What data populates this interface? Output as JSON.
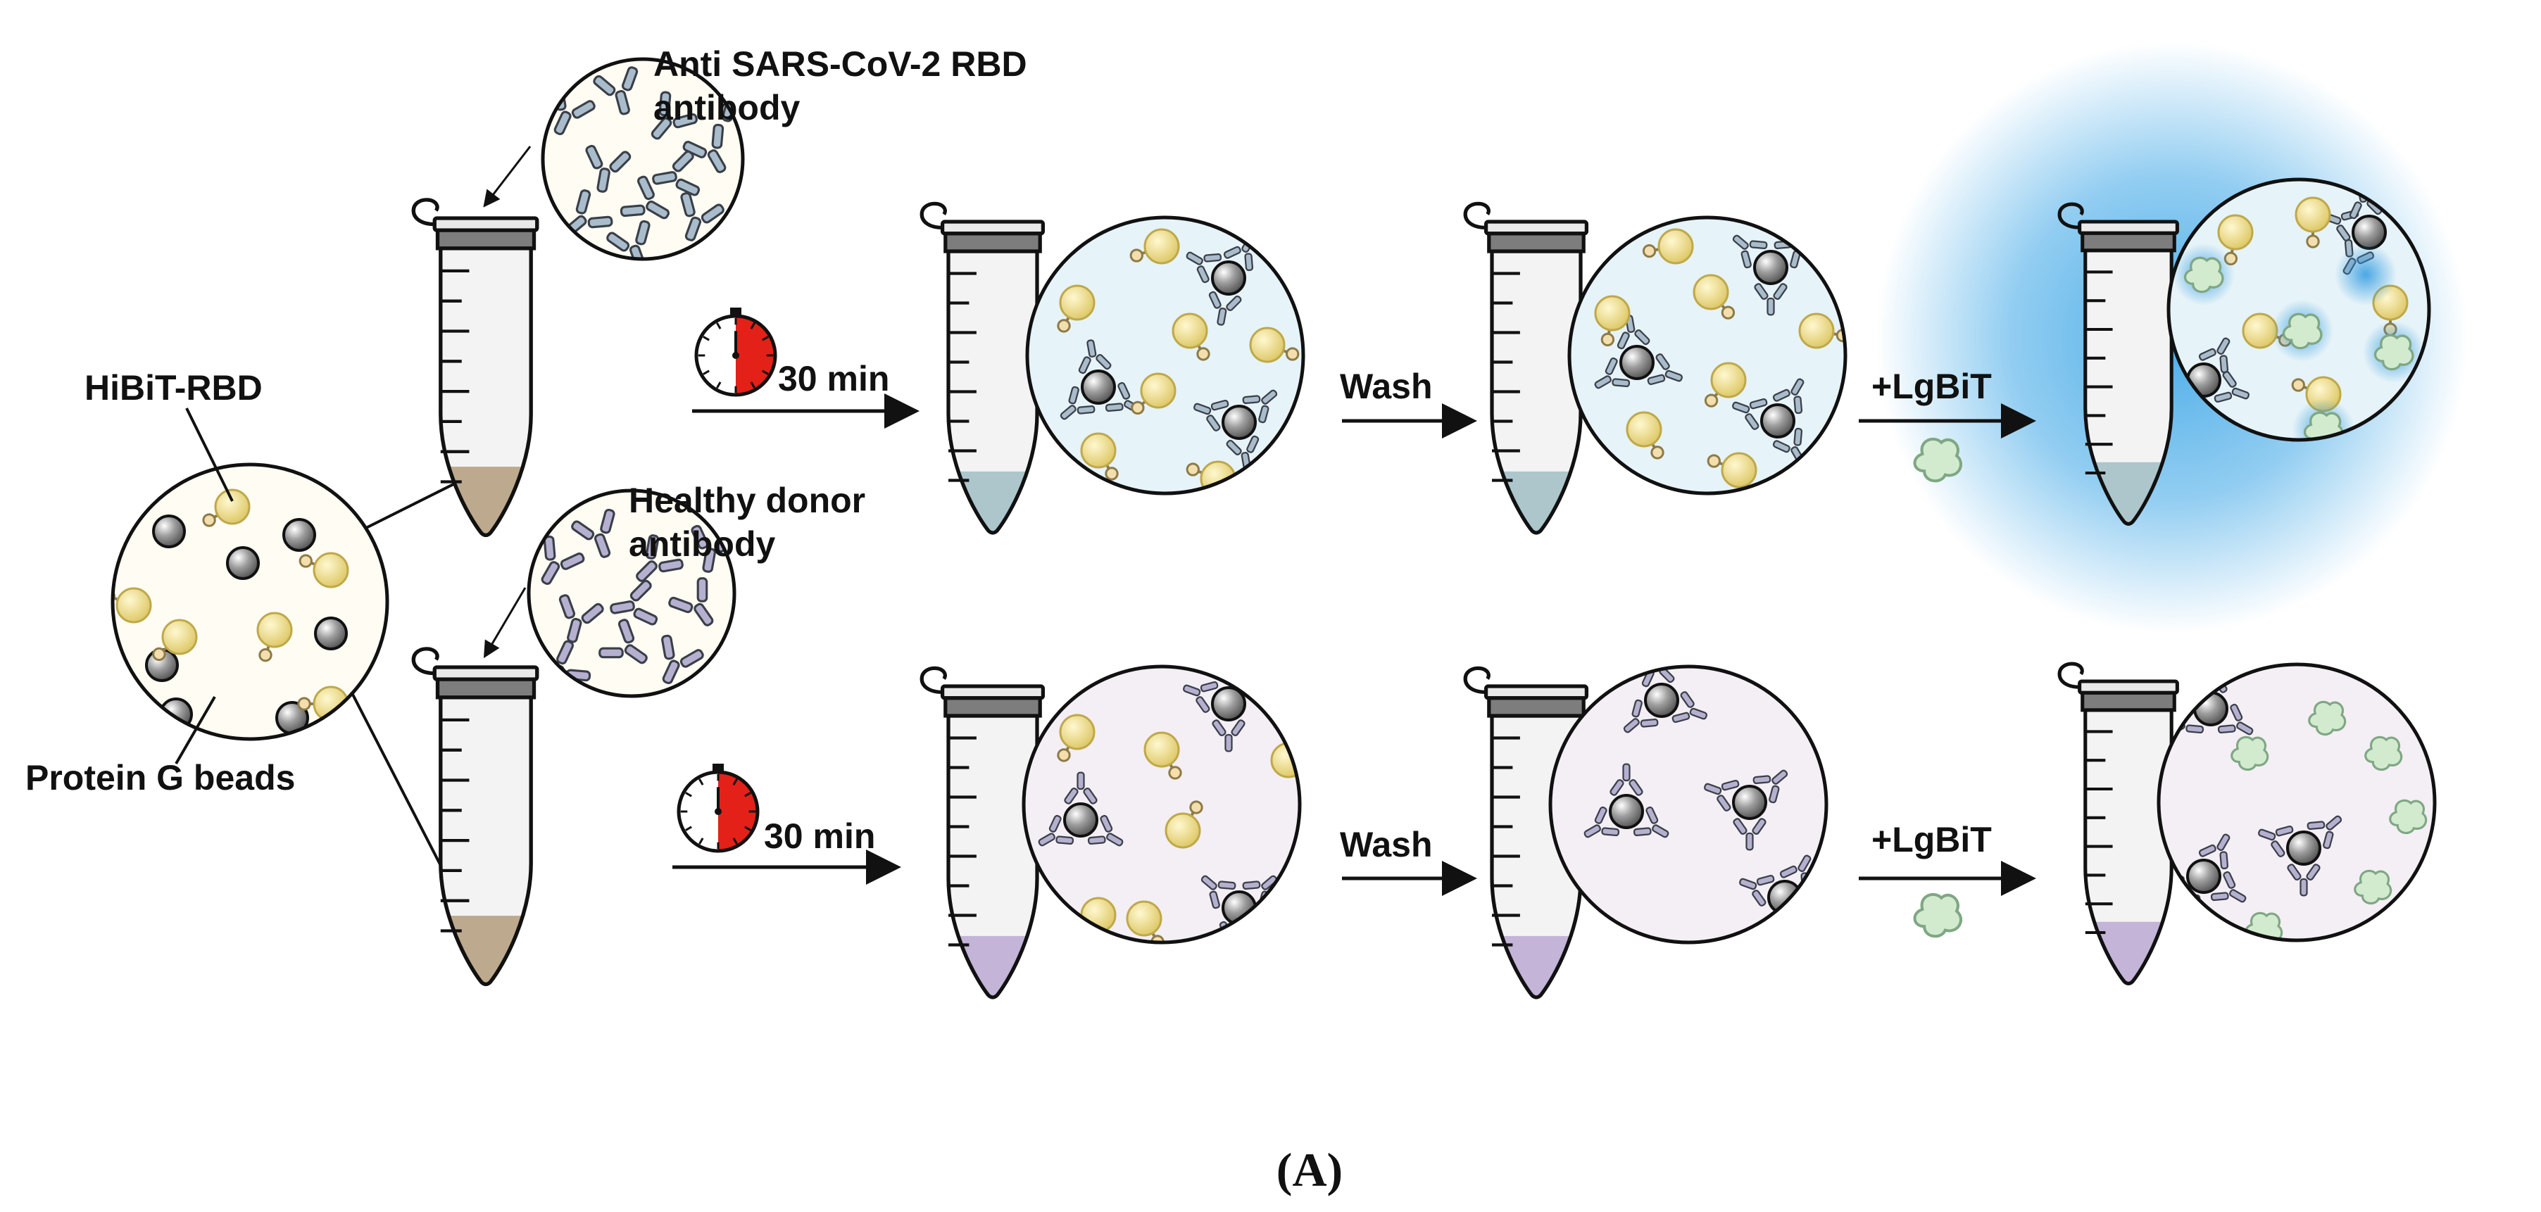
{
  "labels": {
    "anti_antibody": [
      "Anti SARS-CoV-2 RBD",
      "antibody"
    ],
    "healthy_antibody": [
      "Healthy donor",
      "antibody"
    ],
    "hibit_rbd": "HiBiT-RBD",
    "protein_g": "Protein G beads",
    "incubation_time": "30 min",
    "wash": "Wash",
    "lgbit": "+LgBiT",
    "panel": "(A)"
  },
  "colors": {
    "bead": "#8c8c8c",
    "hibit": "#e9d779",
    "tail": "#f3dfae",
    "lgbit": "#d2ebcf",
    "antibody": "#a9bccb",
    "antibody_healthy": "#b6b0d0",
    "sample_brown": "#bda98d",
    "liquid_blue": "#acc6cc",
    "liquid_purple": "#c3b4d8",
    "bg_blue": "#e6f3f8",
    "bg_purple": "#f4eef5",
    "bg_cream": "#fefcf3",
    "timer_red": "#e32119",
    "glow": "#3aa5e6"
  },
  "icons": [
    "tube-icon",
    "timer-icon",
    "arrow-icon",
    "bead-icon",
    "hibit-rbd-icon",
    "antibody-icon",
    "lgbit-icon",
    "glow-icon"
  ]
}
